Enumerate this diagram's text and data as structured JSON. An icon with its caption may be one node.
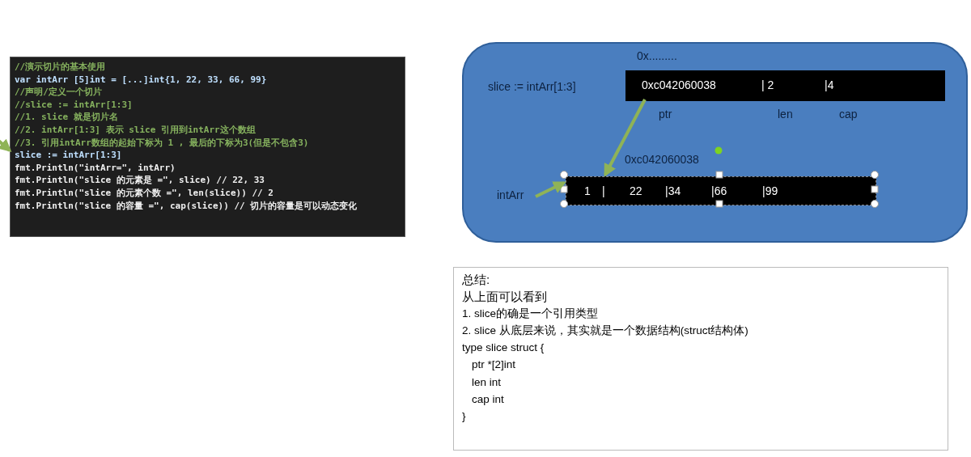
{
  "diagram": {
    "nodes": [
      {
        "text": [
          "//演示切片的基本使用",
          "var intArr [5]int = [...]int{1, 22, 33, 66, 99}",
          "//声明/定义一个切片",
          "//slice := intArr[1:3]",
          "//1. slice 就是切片名",
          "//2. intArr[1:3] 表示 slice 引用到intArr这个数组",
          "//3. 引用intArr数组的起始下标为 1 , 最后的下标为3(但是不包含3)",
          "slice := intArr[1:3]",
          "fmt.Println(\"intArr=\", intArr)",
          "fmt.Println(\"slice 的元素是 =\", slice) //  22, 33",
          "fmt.Println(\"slice 的元素个数 =\", len(slice)) // 2",
          "fmt.Println(\"slice 的容量 =\", cap(slice)) // 切片的容量是可以动态变化"
        ]
      },
      {
        "text": [],
        "shape": "box"
      },
      {
        "text": [
          "0xc042060038",
          "| 2",
          "|4"
        ],
        "beside": [
          "0x.........",
          "ptr",
          "len",
          "cap"
        ],
        "in": 1
      },
      {
        "text": [
          "1",
          "|",
          "22",
          "|34",
          "|66",
          "|99"
        ],
        "beside": [
          "0xc042060038"
        ],
        "in": 1
      },
      {
        "text": [
          "intArr"
        ],
        "in": 1
      },
      {
        "text": [
          "总结:",
          "从上面可以看到",
          "1. slice的确是一个引用类型",
          "2. slice 从底层来说，其实就是一个数据结构(struct结构体)",
          "type slice struct {",
          "ptr  *[2]int",
          "len  int",
          "cap  int",
          "}"
        ]
      }
    ],
    "edges": [
      {
        "from": null,
        "to": 0,
        "arrow": "to"
      },
      {
        "from": 2,
        "to": 3,
        "arrow": "to"
      },
      {
        "from": 4,
        "to": 3,
        "arrow": "to"
      }
    ],
    "labels": [
      "slice := intArr[1:3]"
    ]
  }
}
